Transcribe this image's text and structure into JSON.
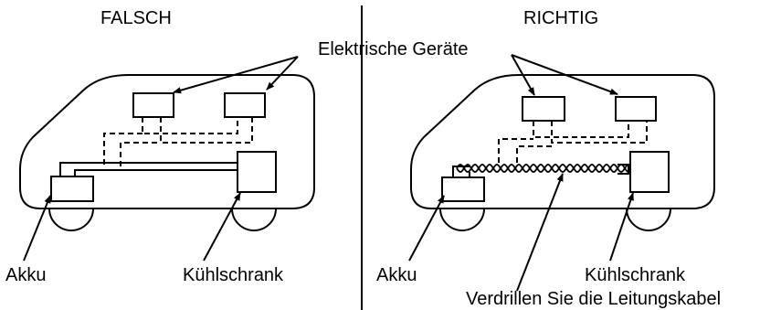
{
  "left": {
    "heading": "FALSCH",
    "battery_label": "Akku",
    "fridge_label": "Kühlschrank"
  },
  "right": {
    "heading": "RICHTIG",
    "battery_label": "Akku",
    "fridge_label": "Kühlschrank",
    "twist_note": "Verdrillen Sie die Leitungskabel"
  },
  "shared": {
    "devices_label": "Elektrische Geräte"
  },
  "colors": {
    "line": "#000000",
    "background": "#ffffff"
  }
}
